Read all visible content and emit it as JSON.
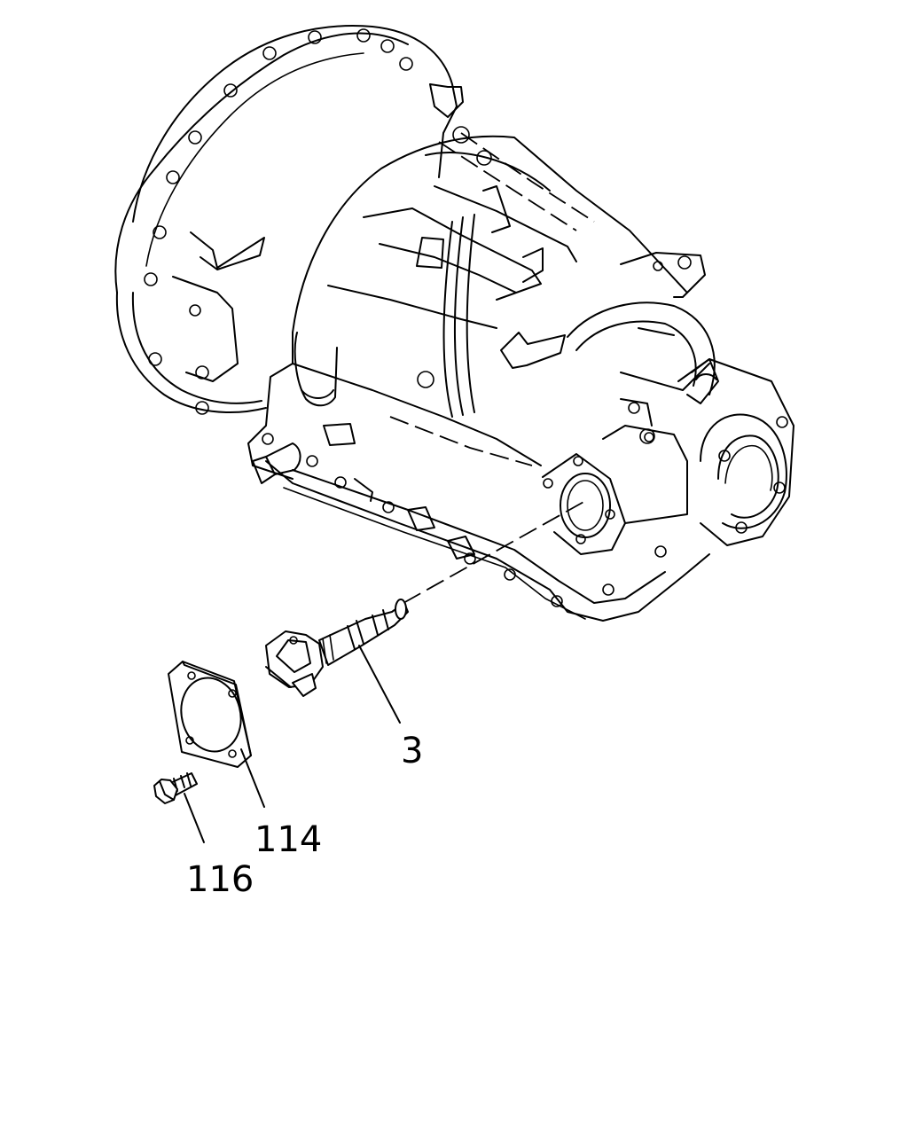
{
  "diagram": {
    "parts": [
      {
        "id": "speed-sensor",
        "label": "3"
      },
      {
        "id": "gasket",
        "label": "114"
      },
      {
        "id": "bolt",
        "label": "116"
      }
    ]
  }
}
